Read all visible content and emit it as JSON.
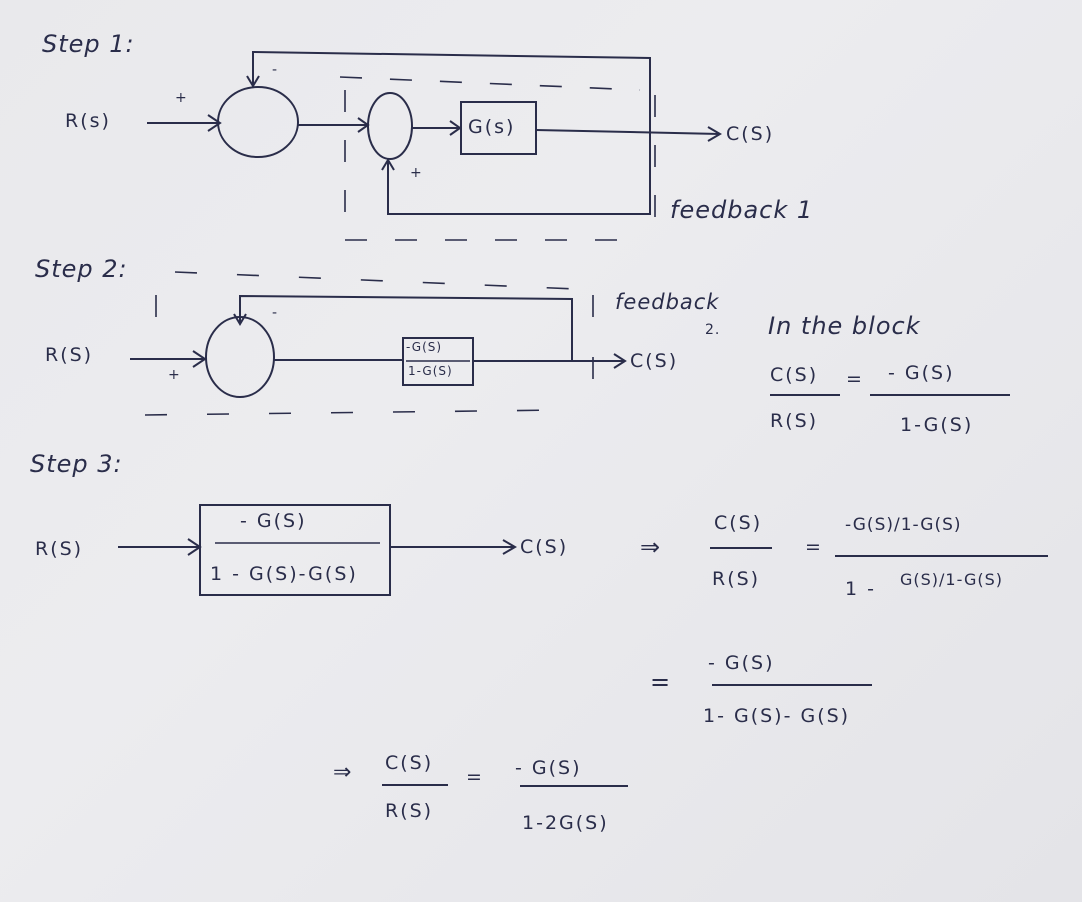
{
  "colors": {
    "ink": "#2a2d4a",
    "paper": "#e9e9ec"
  },
  "step1": {
    "title": "Step 1:",
    "input": "R(s)",
    "output": "C(S)",
    "block": "G(s)",
    "sign_plus_input": "+",
    "sign_minus_outer": "-",
    "sign_plus_inner": "+",
    "feedback_label": "feedback 1"
  },
  "step2": {
    "title": "Step 2:",
    "input": "R(S)",
    "output": "C(S)",
    "block_num": "-G(S)",
    "block_den": "1-G(S)",
    "sign_plus": "+",
    "sign_minus": "-",
    "feedback_label": "feedback",
    "feedback_num": "2.",
    "note": "In the block",
    "eq_lhs_num": "C(S)",
    "eq_lhs_den": "R(S)",
    "eq_sign": "=",
    "eq_rhs_num": "- G(S)",
    "eq_rhs_den": "1-G(S)"
  },
  "step3": {
    "title": "Step 3:",
    "input": "R(S)",
    "output": "C(S)",
    "block_num": "- G(S)",
    "block_den": "1 - G(S)-G(S)",
    "implies": "⇒",
    "eq_lhs_num": "C(S)",
    "eq_lhs_den": "R(S)",
    "eq_sign": "=",
    "eq_rhs_num": "-G(S)/1-G(S)",
    "eq_rhs_den_a": "1 -",
    "eq_rhs_den_b": "G(S)/1-G(S)",
    "eq2_sign": "=",
    "eq2_num": "- G(S)",
    "eq2_den": "1- G(S)- G(S)"
  },
  "final": {
    "implies": "⇒",
    "lhs_num": "C(S)",
    "lhs_den": "R(S)",
    "sign": "=",
    "rhs_num": "- G(S)",
    "rhs_den": "1-2G(S)"
  }
}
